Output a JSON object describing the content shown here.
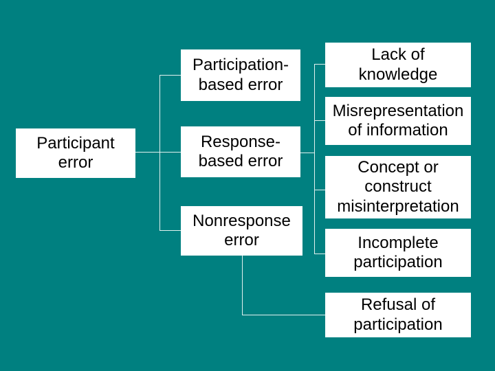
{
  "slide": {
    "background_color": "#008080",
    "node_fill": "#ffffff",
    "node_text_color": "#000000",
    "connector_color": "#e4f2f0",
    "nodes": {
      "root": {
        "label": "Participant\nerror"
      },
      "mid": [
        {
          "label": "Participation-\nbased error"
        },
        {
          "label": "Response-\nbased error"
        },
        {
          "label": "Nonresponse\nerror"
        }
      ],
      "leaf": [
        {
          "label": "Lack of\nknowledge"
        },
        {
          "label": "Misrepresentation\nof information"
        },
        {
          "label": "Concept or\nconstruct\nmisinterpretation"
        },
        {
          "label": "Incomplete\nparticipation"
        },
        {
          "label": "Refusal of\nparticipation"
        }
      ]
    }
  }
}
